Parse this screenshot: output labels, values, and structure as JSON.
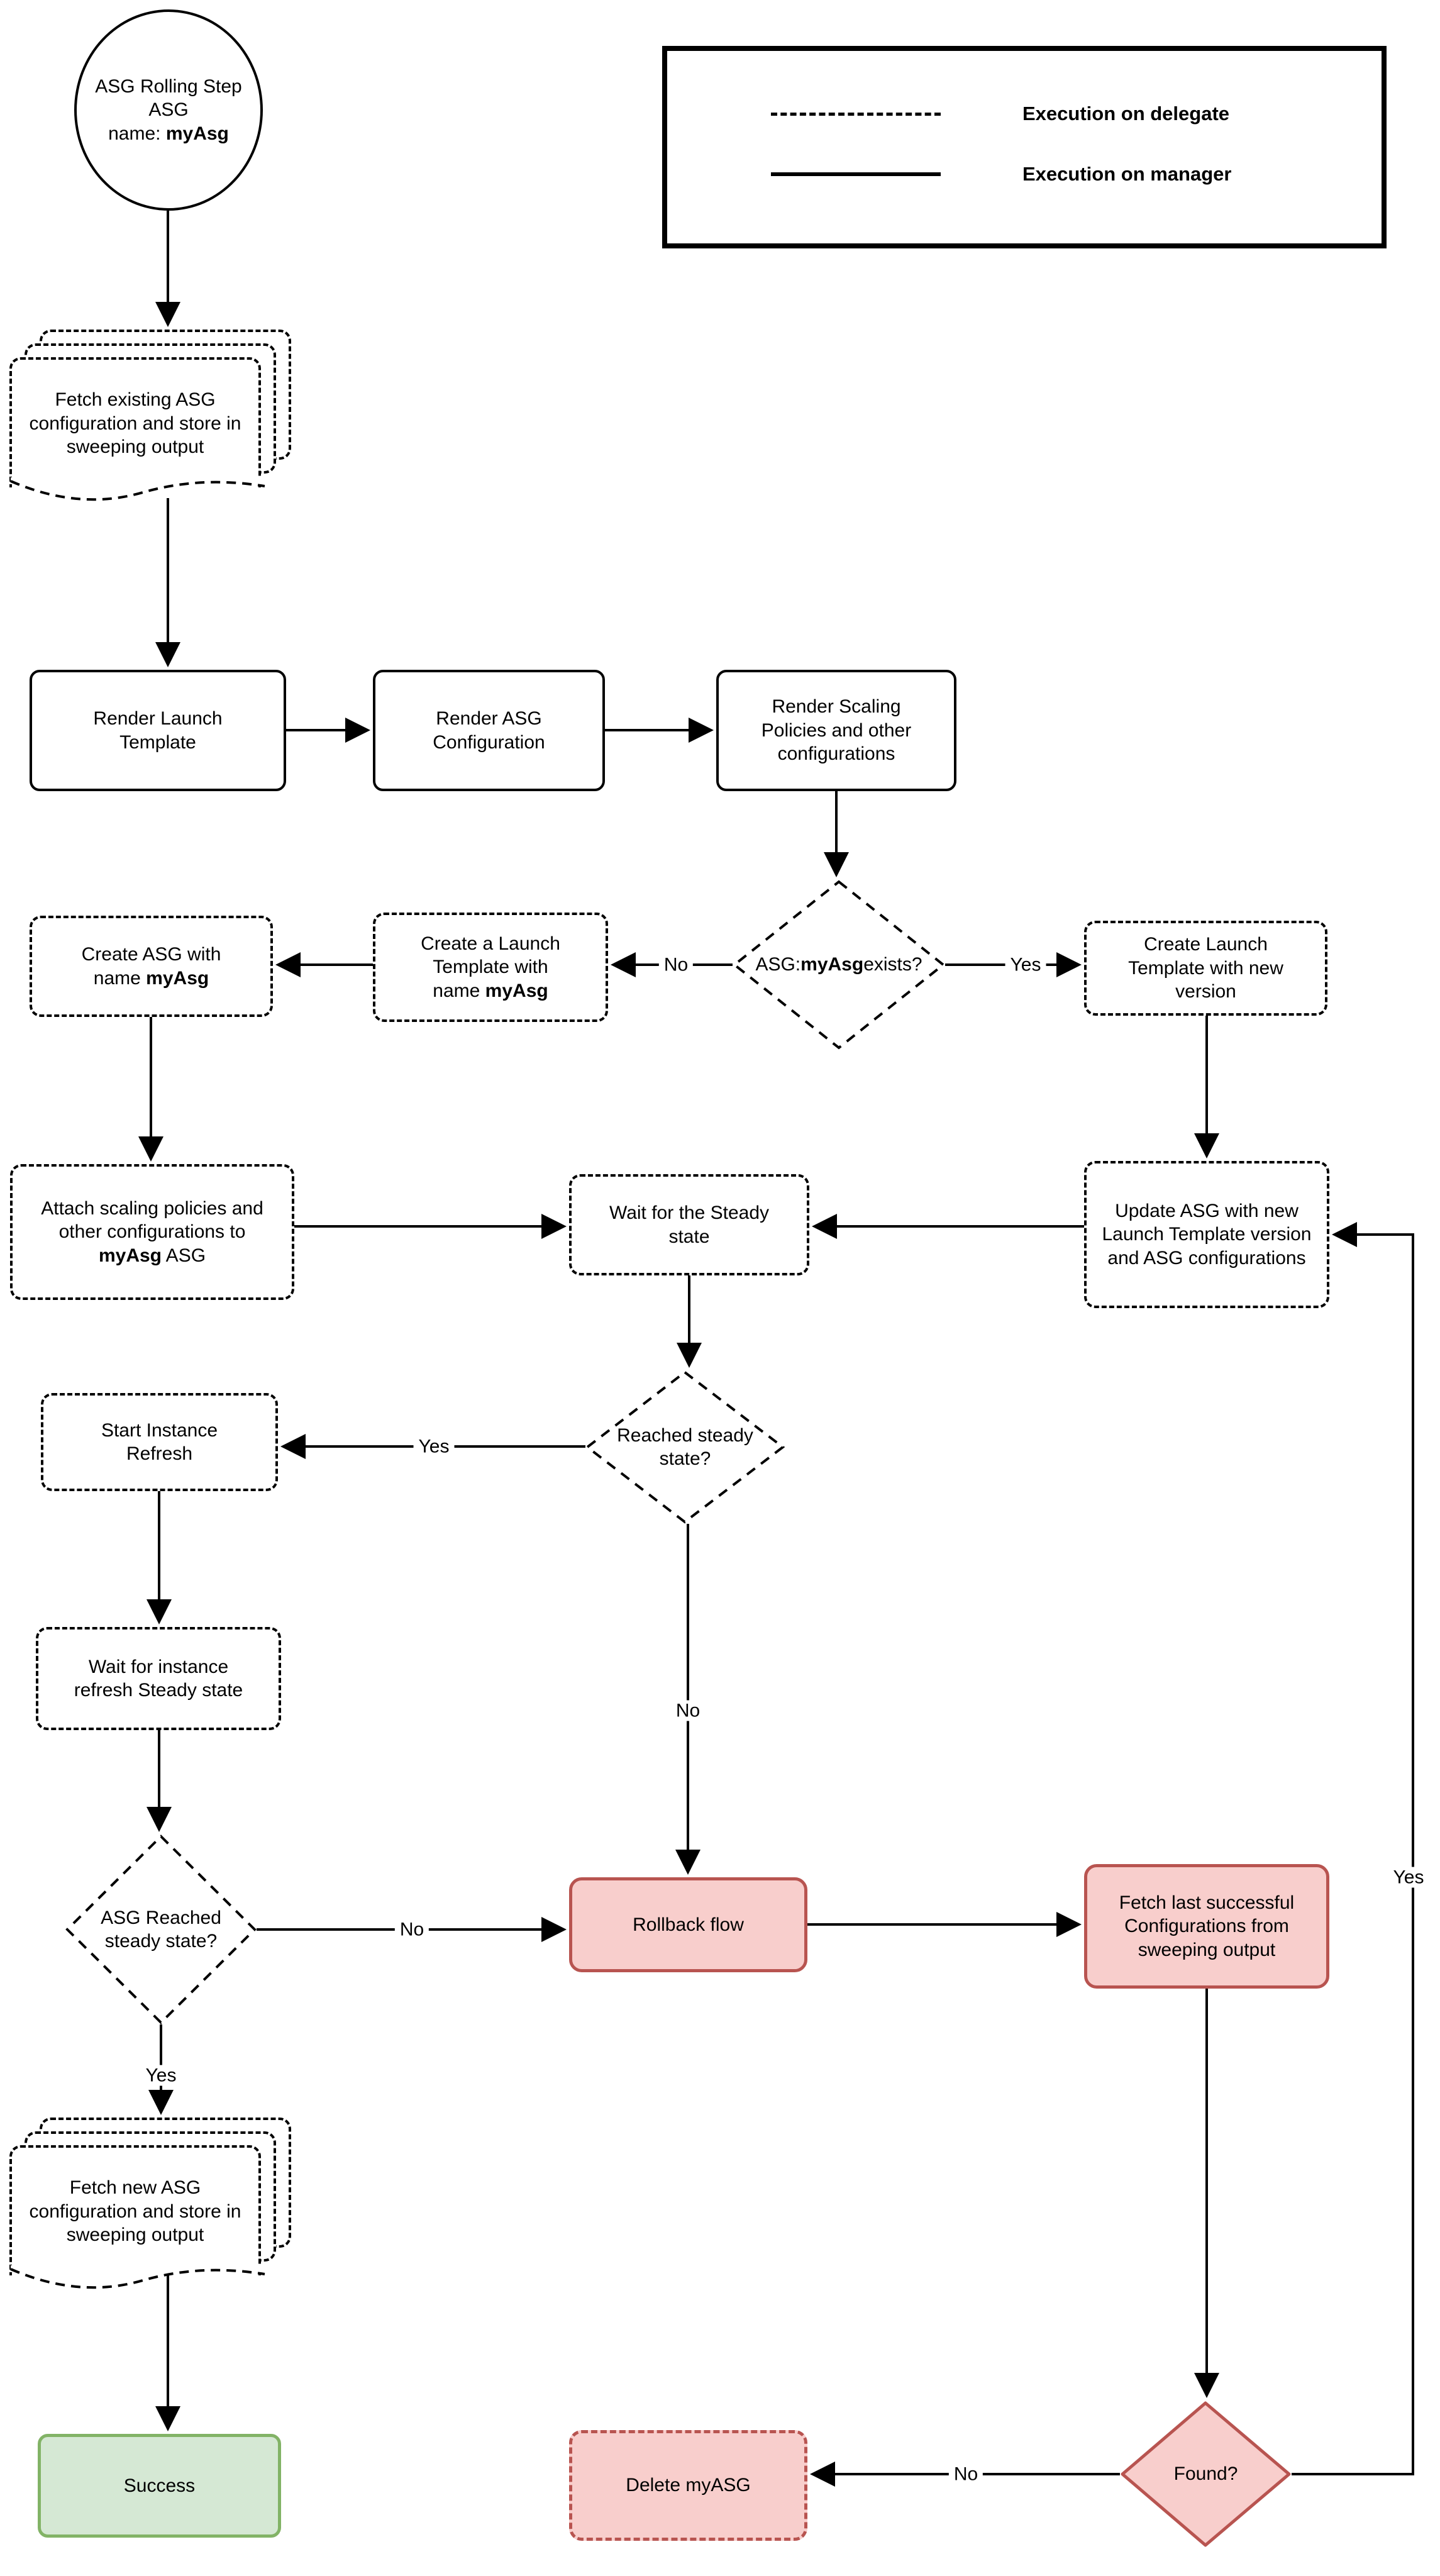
{
  "colors": {
    "line": "#000000",
    "red_fill": "#f8cecc",
    "red_border": "#b85450",
    "green_fill": "#d5e8d4",
    "green_border": "#82b366"
  },
  "legend": {
    "delegate": "Execution on delegate",
    "manager": "Execution on manager"
  },
  "nodes": {
    "start_circle": [
      {
        "t": "ASG Rolling Step ASG"
      },
      {
        "br": true
      },
      {
        "t": "name: "
      },
      {
        "t": "myAsg",
        "b": true
      }
    ],
    "fetch_existing": "Fetch existing ASG configuration and store in sweeping output",
    "render_launch": "Render Launch Template",
    "render_asg": "Render ASG Configuration",
    "render_scaling": "Render Scaling Policies and other configurations",
    "asg_exists": [
      {
        "t": "ASG:"
      },
      {
        "br": true
      },
      {
        "t": "myAsg",
        "b": true
      },
      {
        "t": " exists?"
      }
    ],
    "create_asg": [
      {
        "t": "Create ASG with name "
      },
      {
        "t": "myAsg",
        "b": true
      }
    ],
    "create_lt": [
      {
        "t": "Create a Launch Template with name "
      },
      {
        "t": "myAsg",
        "b": true
      }
    ],
    "create_lt_new": "Create Launch Template with new version",
    "attach_policies": [
      {
        "t": "Attach scaling policies and other configurations to "
      },
      {
        "t": "myAsg",
        "b": true
      },
      {
        "t": " ASG"
      }
    ],
    "wait_steady": "Wait for the Steady state",
    "update_asg": "Update ASG with new Launch Template version and ASG configurations",
    "reached_steady": "Reached steady state?",
    "start_refresh": "Start Instance Refresh",
    "wait_refresh": "Wait for instance refresh Steady state",
    "asg_reached_steady": "ASG Reached steady state?",
    "rollback": "Rollback flow",
    "fetch_last": "Fetch last successful Configurations from sweeping output",
    "fetch_new": "Fetch new ASG configuration and store in sweeping output",
    "success": "Success",
    "delete_myasg": "Delete myASG",
    "found": "Found?"
  },
  "edge_labels": {
    "exists_no": "No",
    "exists_yes": "Yes",
    "reached_yes": "Yes",
    "reached_no": "No",
    "asg_reached_no": "No",
    "asg_reached_yes": "Yes",
    "found_no": "No",
    "found_yes": "Yes"
  }
}
